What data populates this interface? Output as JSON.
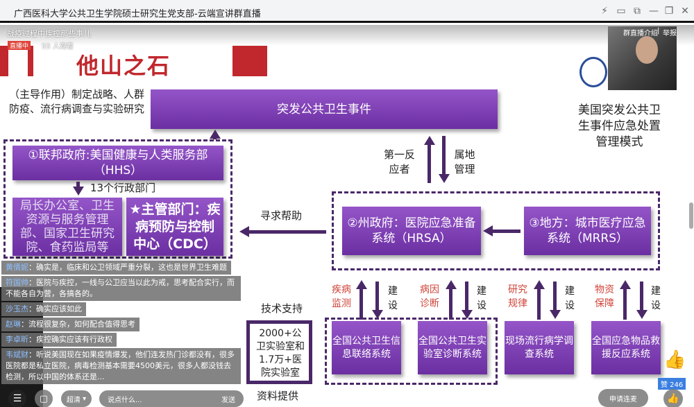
{
  "window": {
    "title": "广西医科大学公共卫生学院硕士研究生党支部-云端宣讲群直播",
    "controls": [
      "⚡",
      "▭",
      "⧉",
      "—",
      "❐",
      "✕"
    ]
  },
  "live": {
    "title": "战疫过程中疾控那些事儿",
    "status": "直播中",
    "viewers": "55 人观看",
    "links": {
      "intro": "群直播介绍",
      "sep": "|",
      "report": "举报"
    }
  },
  "slide": {
    "title": "他山之石",
    "top_box": "突发公共卫生事件",
    "model_title": "美国突发公共卫生事件应急处置管理模式",
    "left_caption": "（主导作用）制定战略、人群防疫、流行病调查与实验研究",
    "first_responder": "第一反应者",
    "local_mgmt": "属地管理",
    "hhs": "①联邦政府:美国健康与人类服务部（HHS）",
    "thirteen": "13个行政部门",
    "sub_left": "局长办公室、卫生资源与服务管理部、国家卫生研究院、食药监局等",
    "cdc": "★主管部门：疾病预防与控制中心（CDC）",
    "seek_help": "寻求帮助",
    "state": "②州政府：医院应急准备系统（HRSA）",
    "local": "③地方：城市医疗应急系统（MRRS）",
    "tech_support": "技术支持",
    "data_provide": "资料提供",
    "labs": "2000+公卫实验室和1.7万+医院实验室",
    "build": "建设",
    "systems": [
      {
        "label": "疾病监测",
        "name": "全国公共卫生信息联络系统"
      },
      {
        "label": "病因诊断",
        "name": "全国公共卫生实验室诊断系统"
      },
      {
        "label": "研究规律",
        "name": "现场流行病学调查系统"
      },
      {
        "label": "物资保障",
        "name": "全国应急物品救援反应系统"
      }
    ]
  },
  "chat": [
    {
      "user": "黄倩妮",
      "text": "：确实是，临床和公卫领域严重分裂，这也是世界卫生难题"
    },
    {
      "user": "符国帅",
      "text": "：医院与疾控，一线与公卫应当以此为戒，思考配合实行，而不能各自为营，各搞各的。"
    },
    {
      "user": "沙玉杰",
      "text": "：确实应该如此"
    },
    {
      "user": "赵琳",
      "text": "：流程很复杂，如何配合值得思考"
    },
    {
      "user": "李卓昕",
      "text": "：疾控确实应该有行政权"
    },
    {
      "user": "韦斌财",
      "text": "：听说美国现在如果疫情爆发，他们连发热门诊都没有，很多医院都是私立医院，病毒检测基本需要4500美元，很多人都没钱去检测，所以中国的体系还是..."
    }
  ],
  "controls": {
    "quality": "超清",
    "input_placeholder": "说点什么...",
    "send": "发送",
    "apply_mic": "申请连麦",
    "likes": "赞 246"
  }
}
